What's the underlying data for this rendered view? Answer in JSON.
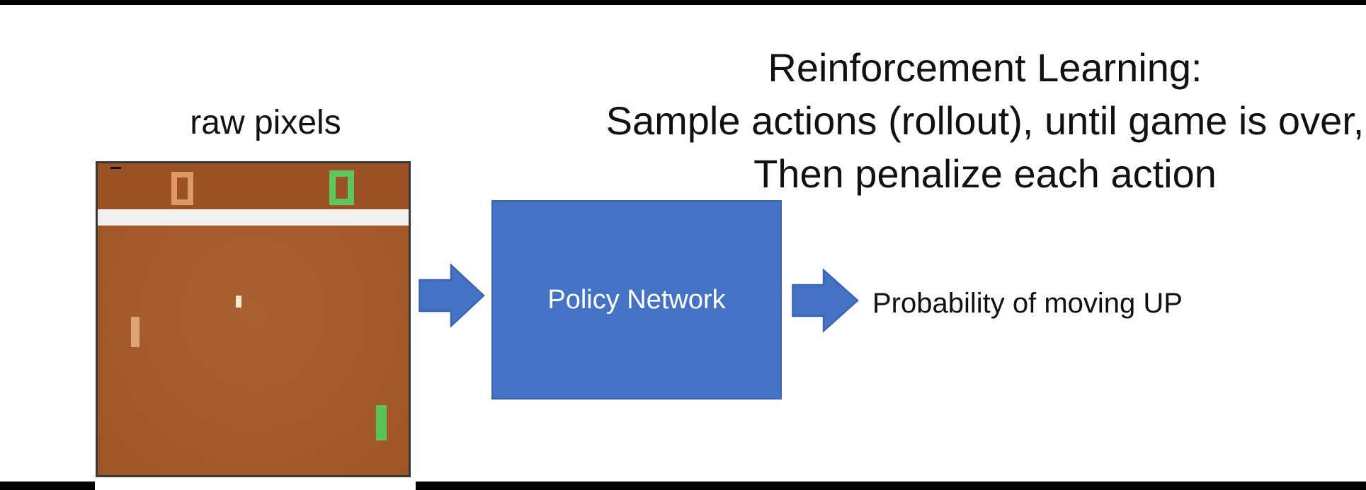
{
  "title": {
    "line1": "Reinforcement Learning:",
    "line2": "Sample actions (rollout), until game is over,",
    "line3": "Then penalize each action"
  },
  "labels": {
    "raw_pixels": "raw pixels",
    "policy_network": "Policy Network",
    "probability": "Probability of moving UP"
  },
  "colors": {
    "accent_blue": "#4472C4",
    "accent_blue_border": "#3C64B0",
    "pong_bg_top": "#9A5124",
    "pong_bg_main": "#A45B2B",
    "pong_stripe": "#F2F1EF",
    "pong_border": "#383838",
    "orange_brick": "#DE9966",
    "orange_paddle": "#DDA478",
    "green_brick": "#5FC55F",
    "green_paddle": "#5CC25C",
    "ball": "#F4E9CF",
    "bar_black": "#000000",
    "text_black": "#111111"
  }
}
